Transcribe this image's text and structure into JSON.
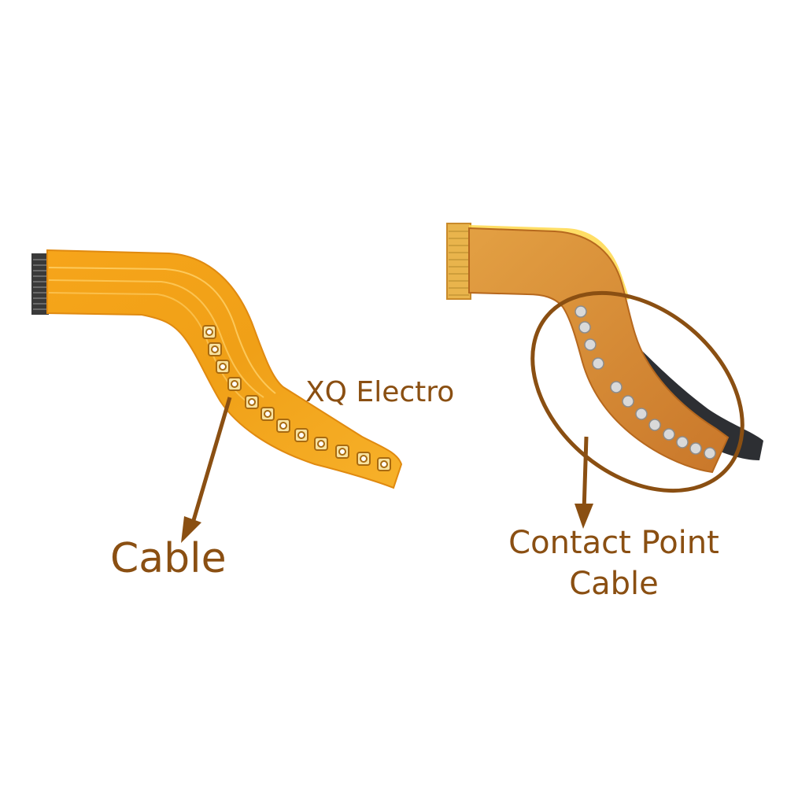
{
  "watermark": "XQ Electro",
  "labels": {
    "left": "Cable",
    "right_line1": "Contact Point",
    "right_line2": "Cable"
  },
  "colors": {
    "annotation": "#8a4f12",
    "flex_orange": "#f3a418",
    "flex_light": "#ffcf4a",
    "stiffener_dark": "#2d2f33"
  }
}
